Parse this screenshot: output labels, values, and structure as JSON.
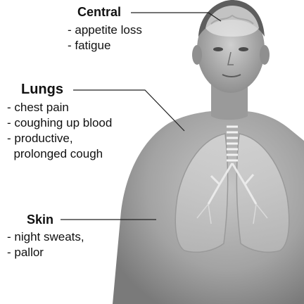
{
  "central": {
    "title": "Central",
    "items": [
      "- appetite loss",
      "- fatigue"
    ]
  },
  "lungs": {
    "title": "Lungs",
    "items": [
      "- chest pain",
      "- coughing up blood",
      "- productive,",
      "  prolonged cough"
    ]
  },
  "skin": {
    "title": "Skin",
    "items": [
      "- night sweats,",
      "- pallor"
    ]
  },
  "colors": {
    "line": "#222222",
    "skin_dark": "#7d7d7d",
    "skin_light": "#c9c9c9",
    "hair": "#5e5e5e"
  }
}
